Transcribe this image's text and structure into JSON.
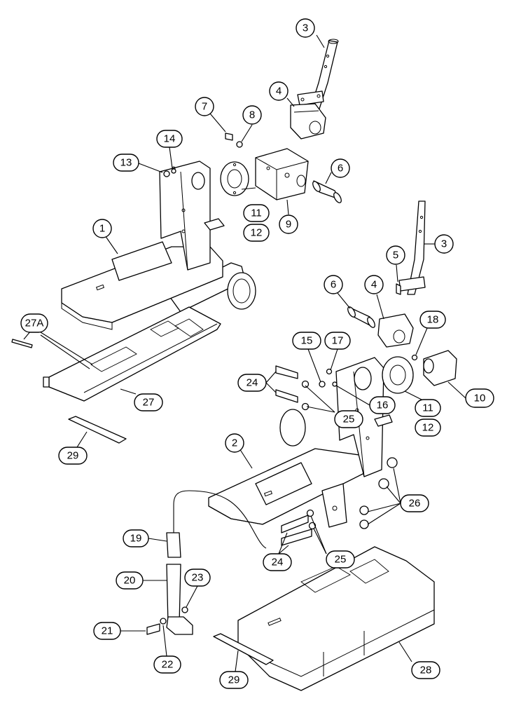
{
  "callouts": [
    "1",
    "2",
    "3",
    "3",
    "4",
    "4",
    "5",
    "6",
    "6",
    "7",
    "8",
    "9",
    "10",
    "11",
    "11",
    "12",
    "12",
    "13",
    "14",
    "15",
    "16",
    "17",
    "18",
    "19",
    "20",
    "21",
    "22",
    "23",
    "24",
    "24",
    "25",
    "25",
    "26",
    "27",
    "27A",
    "28",
    "29",
    "29"
  ]
}
